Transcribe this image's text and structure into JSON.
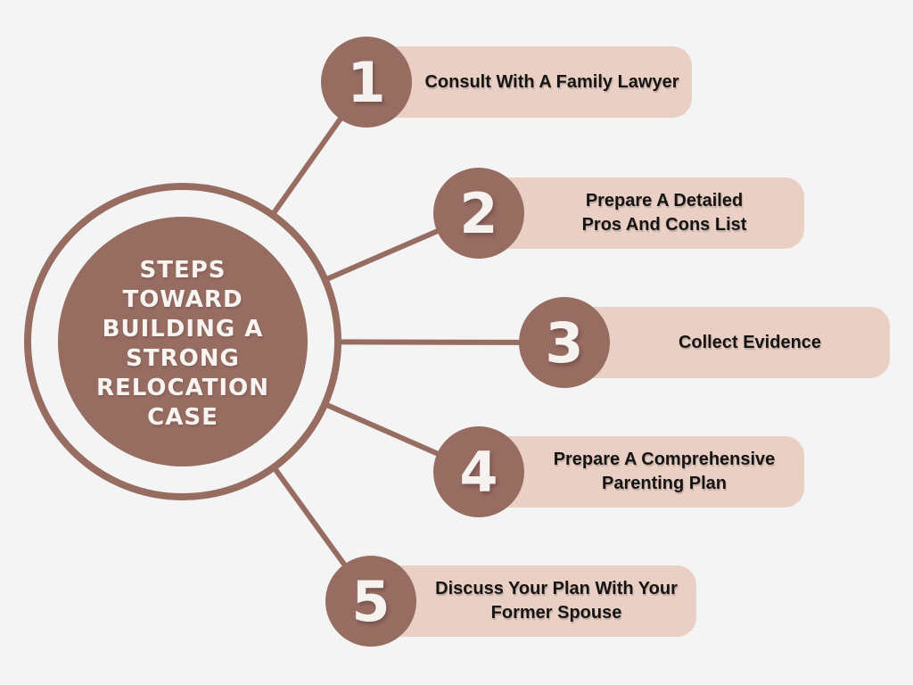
{
  "infographic": {
    "title": "STEPS\nTOWARD\nBUILDING A\nSTRONG\nRELOCATION\nCASE",
    "steps": [
      {
        "number": "1",
        "label": "Consult With A Family Lawyer"
      },
      {
        "number": "2",
        "label": "Prepare A Detailed\nPros And Cons List"
      },
      {
        "number": "3",
        "label": "Collect Evidence"
      },
      {
        "number": "4",
        "label": "Prepare A Comprehensive\nParenting Plan"
      },
      {
        "number": "5",
        "label": "Discuss Your Plan With Your\nFormer Spouse"
      }
    ],
    "colors": {
      "background": "#F5F4F5",
      "accent_brown": "#976C61",
      "pill_background": "#E9CFC4",
      "label_text": "#161412",
      "hub_text": "#F8F4F2"
    }
  }
}
